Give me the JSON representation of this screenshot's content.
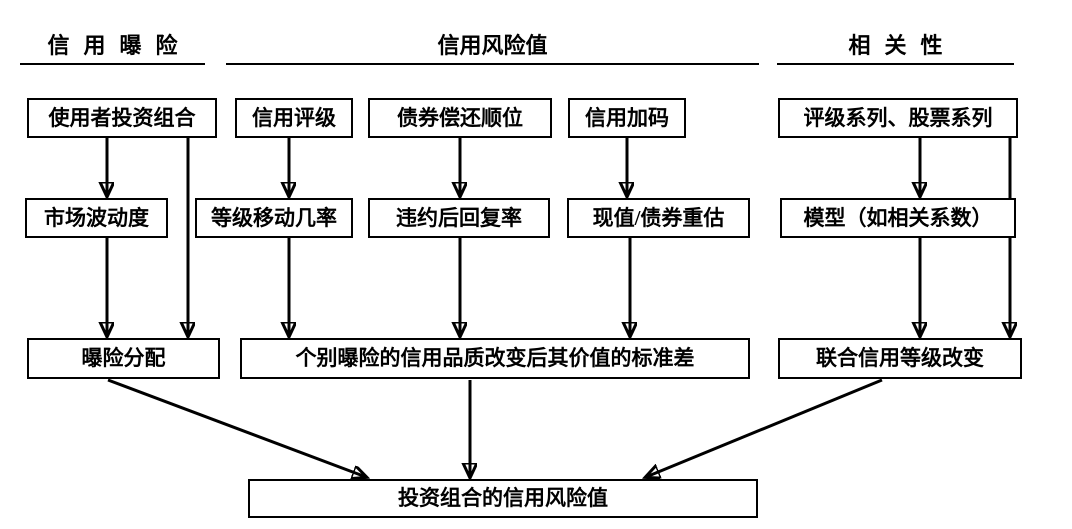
{
  "diagram": {
    "description": "信用风险值（Credit VaR）计算流程图",
    "headers": [
      {
        "id": "credit-exposure",
        "label": "信用曝险"
      },
      {
        "id": "credit-var",
        "label": "信用风险值"
      },
      {
        "id": "correlation",
        "label": "相关性"
      }
    ],
    "nodes": {
      "user_portfolio": "使用者投资组合",
      "credit_rating": "信用评级",
      "bond_seniority": "债券偿还顺位",
      "credit_spread": "信用加码",
      "rating_equity_series": "评级系列、股票系列",
      "market_volatility": "市场波动度",
      "rating_migration_prob": "等级移动几率",
      "recovery_rate": "违约后回复率",
      "pv_bond_revaluation": "现值/债券重估",
      "model_correlation": "模型（如相关系数）",
      "exposure_allocation": "曝险分配",
      "std_dev_value_change": "个别曝险的信用品质改变后其价值的标准差",
      "joint_rating_change": "联合信用等级改变",
      "portfolio_credit_var": "投资组合的信用风险值"
    },
    "colors": {
      "line": "#000000",
      "background": "#ffffff",
      "text": "#000000"
    }
  }
}
